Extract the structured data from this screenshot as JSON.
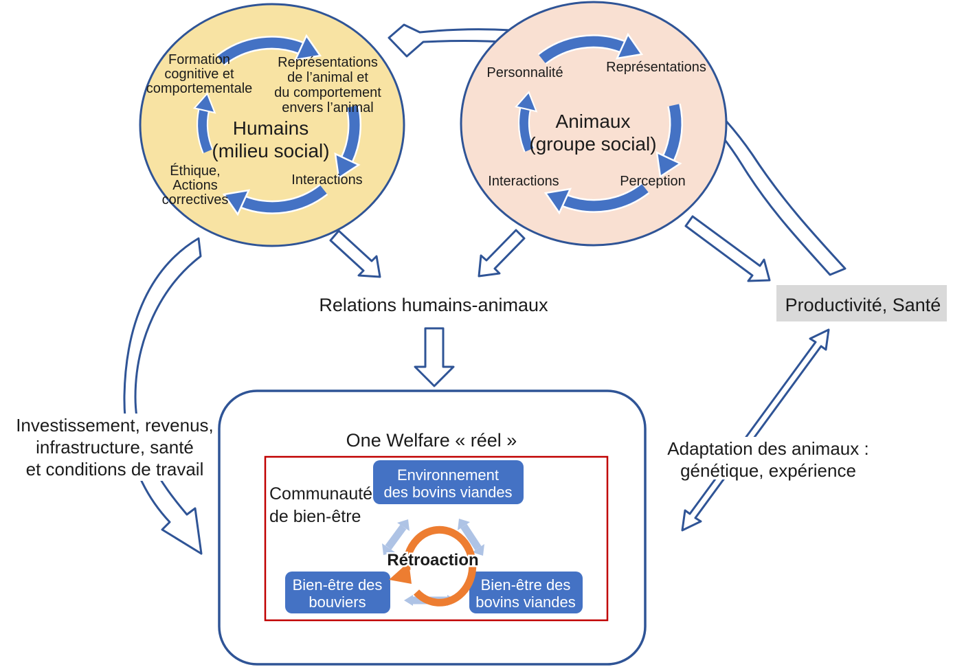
{
  "humans": {
    "title": [
      "Humains",
      "(milieu social)"
    ],
    "formation": [
      "Formation",
      "cognitive et",
      "comportementale"
    ],
    "representations": [
      "Représentations",
      "de l’animal et",
      "du comportement",
      "envers l’animal"
    ],
    "ethics": [
      "Éthique,",
      "Actions",
      "correctives"
    ],
    "interactions": "Interactions"
  },
  "animals": {
    "title": [
      "Animaux",
      "(groupe social)"
    ],
    "personality": "Personnalité",
    "representations": "Représentations",
    "interactions": "Interactions",
    "perception": "Perception"
  },
  "relations_label": "Relations humains-animaux",
  "productivity_label": "Productivité, Santé",
  "left_note": [
    "Investissement, revenus,",
    "infrastructure, santé",
    "et conditions de travail"
  ],
  "right_note": [
    "Adaptation des animaux :",
    "génétique, expérience"
  ],
  "welfare": {
    "title": "One Welfare « réel »",
    "community": [
      "Communauté",
      "de bien-être"
    ],
    "environment": [
      "Environnement",
      "des bovins viandes"
    ],
    "herders": [
      "Bien-être des",
      "bouviers"
    ],
    "cattle": [
      "Bien-être des",
      "bovins viandes"
    ],
    "feedback": "Rétroaction"
  },
  "colors": {
    "circle_yellow": "#F8E3A3",
    "circle_pink": "#F9E0D2",
    "stroke_blue": "#2F5496",
    "cycle_blue": "#4472C4",
    "box_blue": "#4472C4",
    "box_gray": "#D9D9D9",
    "red": "#C00000",
    "orange": "#ED7D31",
    "light_blue": "#AEC3E5"
  }
}
